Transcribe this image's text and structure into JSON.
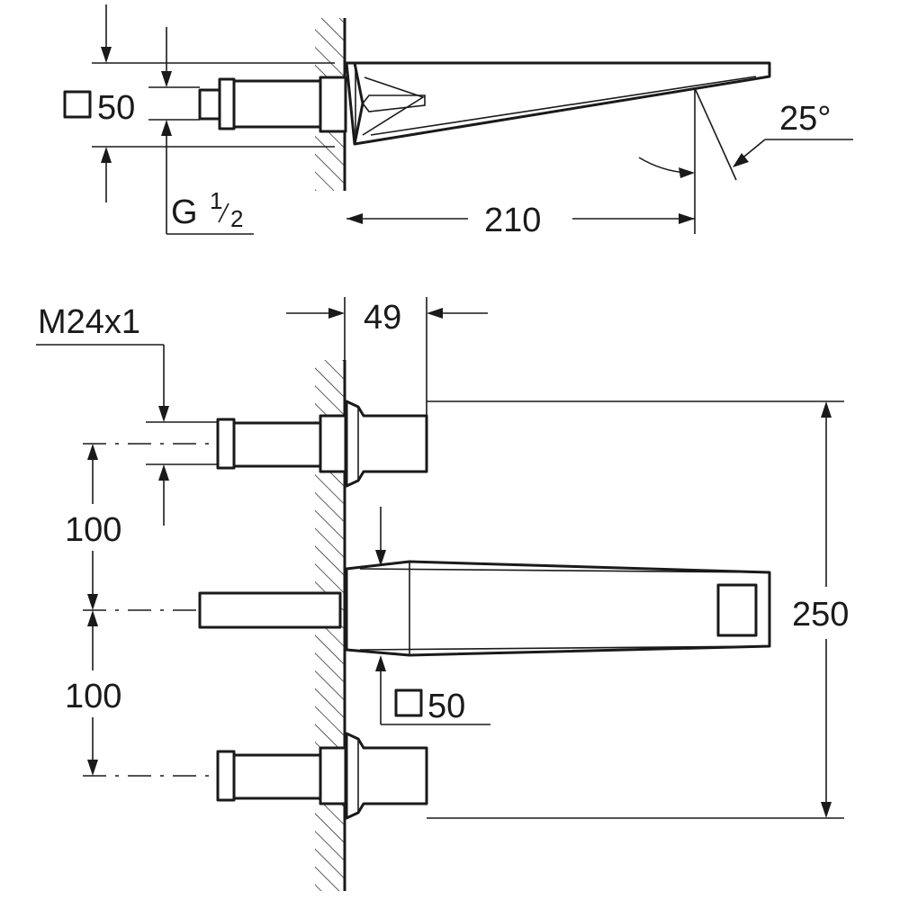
{
  "top_view": {
    "square_size": "50",
    "thread": "G",
    "thread_num": "1",
    "thread_den": "2",
    "angle": "25°",
    "length": "210"
  },
  "front_view": {
    "thread": "M24x1",
    "depth": "49",
    "spacing_upper": "100",
    "spacing_lower": "100",
    "height": "250",
    "square_size": "50"
  }
}
